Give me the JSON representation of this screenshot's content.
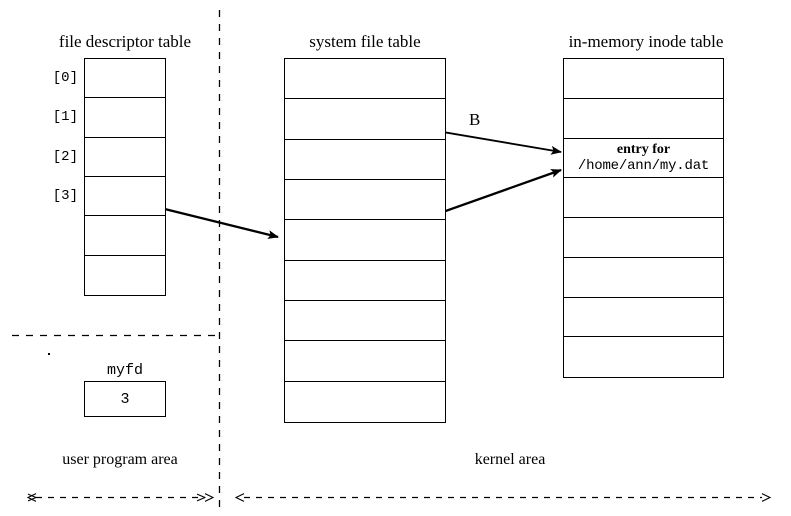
{
  "diagram": {
    "title_fd": "file descriptor table",
    "title_sft": "system file table",
    "title_inode": "in-memory inode table",
    "fd_indices": [
      "[0]",
      "[1]",
      "[2]",
      "[3]"
    ],
    "fd_row_count": 6,
    "sft_row_count": 9,
    "inode_row_count": 8,
    "inode_entry_row_index": 2,
    "inode_entry_title": "entry for",
    "inode_entry_path": "/home/ann/my.dat",
    "variable_label": "myfd",
    "variable_value": "3",
    "arrow_b_label": "B",
    "area_user": "user program area",
    "area_kernel": "kernel area",
    "line_color": "#000000",
    "background_color": "#ffffff"
  }
}
